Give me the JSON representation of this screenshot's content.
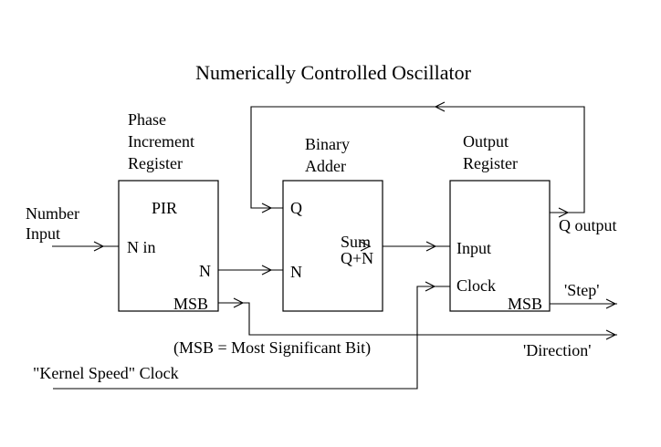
{
  "title": "Numerically Controlled Oscillator",
  "blocks": {
    "pir": {
      "caption": [
        "Phase",
        "Increment",
        "Register"
      ],
      "name": "PIR",
      "port_in": "N in",
      "port_out": "N",
      "port_msb": "MSB"
    },
    "adder": {
      "caption": [
        "Binary",
        "Adder"
      ],
      "port_q": "Q",
      "port_n": "N",
      "port_sum": "Sum",
      "port_sum2": "Q+N"
    },
    "output_register": {
      "caption": [
        "Output",
        "Register"
      ],
      "port_input": "Input",
      "port_clock": "Clock",
      "port_msb": "MSB"
    }
  },
  "signals": {
    "number_input": [
      "Number",
      "Input"
    ],
    "q_output": "Q output",
    "step": "'Step'",
    "direction": "'Direction'",
    "clock": "\"Kernel Speed\" Clock",
    "note": "(MSB = Most Significant Bit)"
  }
}
